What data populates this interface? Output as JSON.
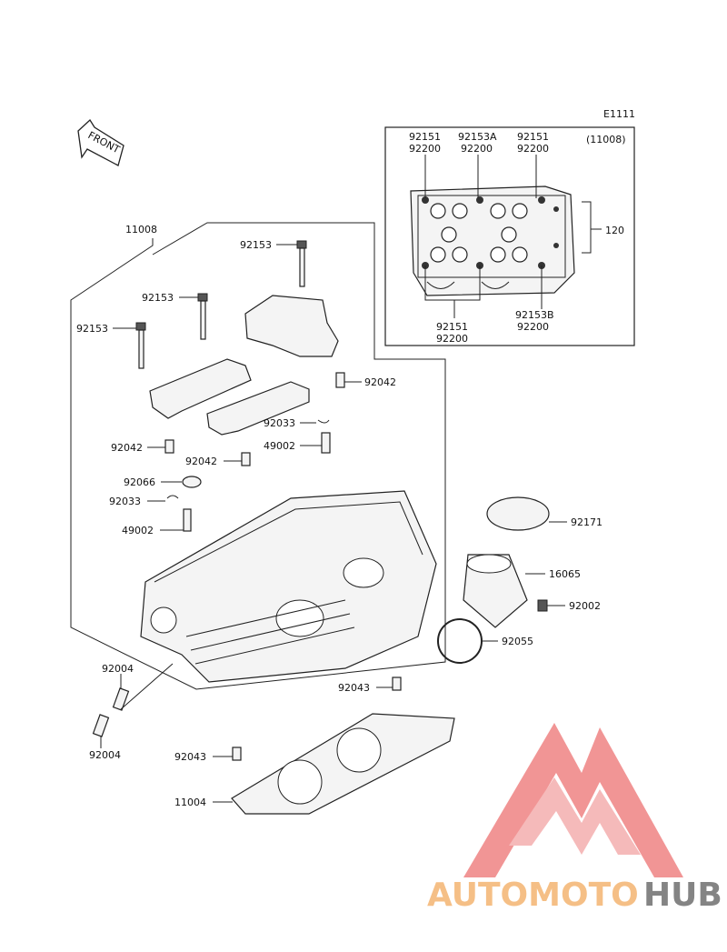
{
  "diagram": {
    "code": "E1111",
    "front_label": "FRONT",
    "inset": {
      "assembly_code": "(11008)",
      "top_labels": [
        {
          "line1": "92151",
          "line2": "92200"
        },
        {
          "line1": "92153A",
          "line2": "92200"
        },
        {
          "line1": "92151",
          "line2": "92200"
        }
      ],
      "side_label": "120",
      "bottom_labels": [
        {
          "line1": "92151",
          "line2": "92200"
        },
        {
          "line1": "92153B",
          "line2": "92200"
        }
      ]
    },
    "main_assembly_label": "11008",
    "callouts": [
      "92153",
      "92153",
      "92153",
      "92042",
      "92033",
      "49002",
      "92042",
      "92042",
      "92066",
      "92033",
      "49002",
      "92171",
      "16065",
      "92002",
      "92055",
      "92004",
      "92004",
      "92043",
      "92043",
      "11004"
    ]
  },
  "watermark": {
    "part1": "AUTOMOTO",
    "part2": "HUB",
    "colors": {
      "salmon": "#f08a8a",
      "orange": "#f5b97a",
      "gray": "#777777"
    }
  }
}
